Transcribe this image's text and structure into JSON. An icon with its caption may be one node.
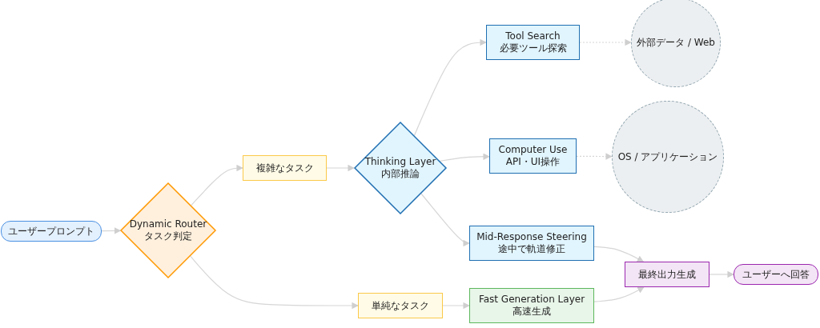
{
  "diagram": {
    "nodes": [
      {
        "text": [
          "ユーザープロンプト"
        ]
      },
      {
        "text": [
          "Dynamic Router",
          "タスク判定"
        ]
      },
      {
        "text": [
          "複雑なタスク"
        ]
      },
      {
        "text": [
          "単純なタスク"
        ]
      },
      {
        "text": [
          "Thinking Layer",
          "内部推論"
        ]
      },
      {
        "text": [
          "Tool Search",
          "必要ツール探索"
        ]
      },
      {
        "text": [
          "Computer Use",
          "API・UI操作"
        ]
      },
      {
        "text": [
          "Mid-Response Steering",
          "途中で軌道修正"
        ]
      },
      {
        "text": [
          "Fast Generation Layer",
          "高速生成"
        ]
      },
      {
        "text": [
          "外部データ / Web"
        ]
      },
      {
        "text": [
          "OS / アプリケーション"
        ]
      },
      {
        "text": [
          "最終出力生成"
        ]
      },
      {
        "text": [
          "ユーザーへ回答"
        ]
      }
    ],
    "edges": [
      {
        "from": 0,
        "to": 1,
        "arrow": "to"
      },
      {
        "from": 1,
        "to": 2,
        "arrow": "to"
      },
      {
        "from": 1,
        "to": 3,
        "arrow": "to"
      },
      {
        "from": 2,
        "to": 4,
        "arrow": "to"
      },
      {
        "from": 4,
        "to": 5,
        "arrow": "to"
      },
      {
        "from": 4,
        "to": 6,
        "arrow": "to"
      },
      {
        "from": 4,
        "to": 7,
        "arrow": "to"
      },
      {
        "from": 3,
        "to": 8,
        "arrow": "to"
      },
      {
        "from": 5,
        "to": 9,
        "arrow": "to",
        "style": "dashed"
      },
      {
        "from": 6,
        "to": 10,
        "arrow": "to",
        "style": "dashed"
      },
      {
        "from": 7,
        "to": 11,
        "arrow": "to"
      },
      {
        "from": 8,
        "to": 11,
        "arrow": "to"
      },
      {
        "from": 11,
        "to": 12,
        "arrow": "to"
      }
    ]
  }
}
